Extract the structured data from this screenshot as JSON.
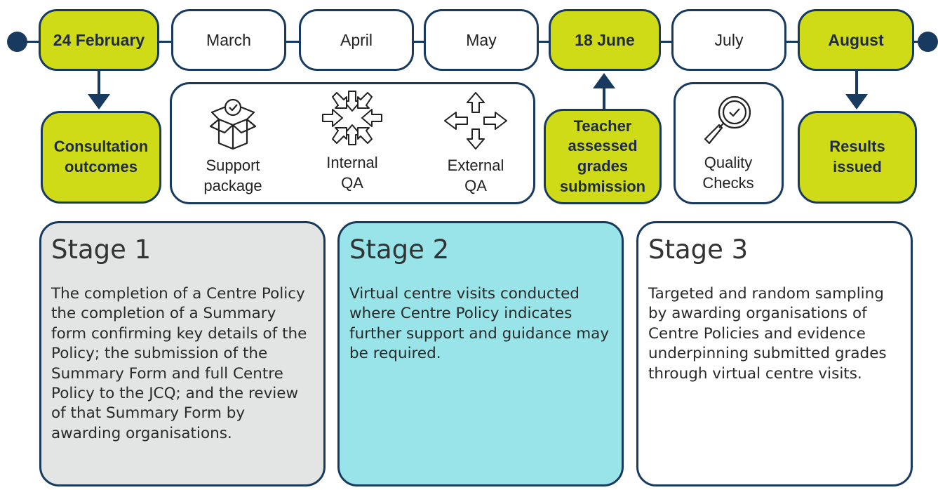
{
  "timeline": {
    "months": [
      {
        "label": "24 February",
        "highlighted": true
      },
      {
        "label": "March",
        "highlighted": false
      },
      {
        "label": "April",
        "highlighted": false
      },
      {
        "label": "May",
        "highlighted": false
      },
      {
        "label": "18 June",
        "highlighted": true
      },
      {
        "label": "July",
        "highlighted": false
      },
      {
        "label": "August",
        "highlighted": true
      }
    ]
  },
  "callouts": {
    "consultation": "Consultation outcomes",
    "teacher": "Teacher assessed grades submission",
    "results": "Results issued"
  },
  "icons": {
    "support": {
      "label": "Support package",
      "icon": "box-icon"
    },
    "internal": {
      "label": "Internal QA",
      "icon": "arrows-inward-icon"
    },
    "external": {
      "label": "External QA",
      "icon": "arrows-outward-icon"
    },
    "quality": {
      "label": "Quality Checks",
      "icon": "magnifier-icon"
    }
  },
  "stages": [
    {
      "title": "Stage 1",
      "text": "The completion of a Centre Policy the completion of a Summary form confirming key details of the Policy; the submission of the Summary Form and full Centre Policy to the JCQ; and the review of that Summary Form by awarding organisations.",
      "color": "#e3e4e4"
    },
    {
      "title": "Stage 2",
      "text": "Virtual centre visits conducted where Centre Policy indicates further support and guidance may be required.",
      "color": "#98e4e8"
    },
    {
      "title": "Stage 3",
      "text": "Targeted and random sampling by awarding organisations of Centre Policies and evidence underpinning submitted grades through virtual centre visits.",
      "color": "#ffffff"
    }
  ],
  "colors": {
    "navy": "#173a5e",
    "lime": "#cfdb17"
  }
}
